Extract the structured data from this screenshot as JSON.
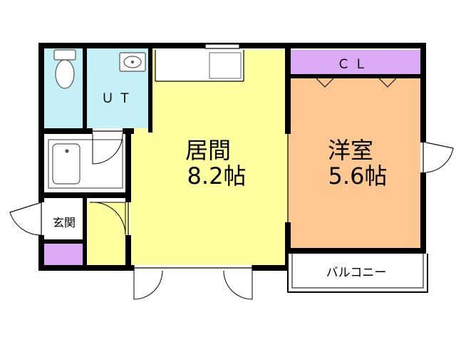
{
  "rooms": {
    "living": {
      "name": "居間",
      "size": "8.2帖"
    },
    "western": {
      "name": "洋室",
      "size": "5.6帖"
    },
    "utility": {
      "name": "ＵＴ"
    },
    "closet": {
      "name": "ＣＬ"
    },
    "entrance": {
      "name": "玄関"
    },
    "balcony": {
      "name": "バルコニー"
    }
  },
  "colors": {
    "wall": "#000000",
    "living_floor": "#ffffa0",
    "western_floor": "#fcc790",
    "wet_area": "#c5f0f5",
    "closet": "#dcaaf5",
    "fixture_line": "#808080",
    "background": "#ffffff"
  }
}
